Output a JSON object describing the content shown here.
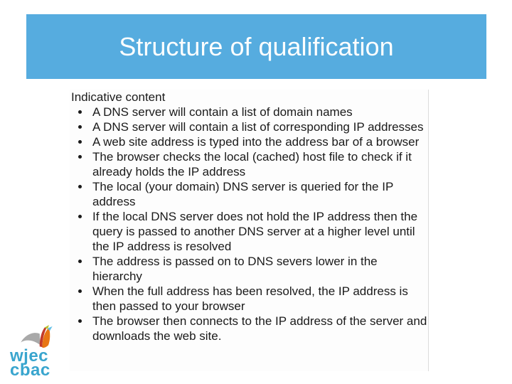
{
  "header": {
    "title": "Structure of qualification"
  },
  "content": {
    "heading": "Indicative content",
    "bullets": [
      "A DNS server will contain a list of domain names",
      "A DNS server will contain a list of corresponding IP addresses",
      "A web site address is typed into the address bar of a browser",
      "The browser checks the local (cached) host file to check if it already holds the IP address",
      "The local (your domain) DNS server is queried for the IP address",
      "If the local DNS server does not hold the IP address then the query is passed to another DNS server at a higher level until the IP address is resolved",
      "The address is passed on to DNS severs lower in the hierarchy",
      "When the full address has been resolved, the IP address is then passed to your browser",
      "The browser then connects to the IP address of the server and downloads the web site."
    ]
  },
  "logo": {
    "line1": "wjec",
    "line2": "cbac",
    "mark": "open-book-logo"
  },
  "colors": {
    "header_bg": "#56ACDF",
    "title_text": "#FDFEFE",
    "body_text": "#1A1A1A",
    "content_edge": "#DCDCDC",
    "logo_blue": "#39A5CE",
    "logo_gray": "#A9A9A9",
    "logo_red": "#C43B2A",
    "logo_orange": "#E87614",
    "logo_green": "#B9C432",
    "logo_lightblue": "#63C1E8"
  }
}
